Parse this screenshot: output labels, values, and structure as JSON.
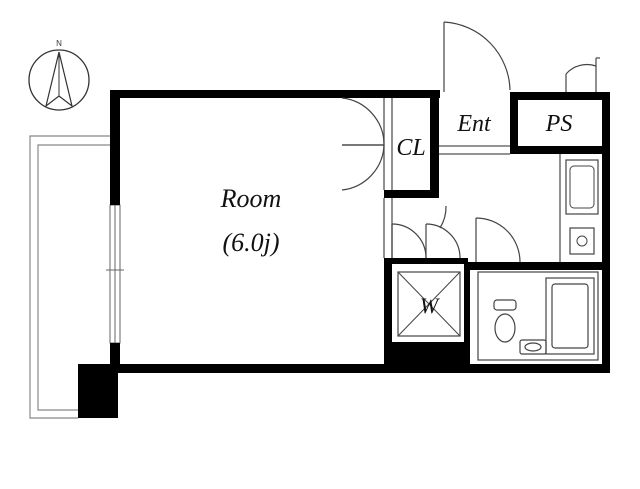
{
  "compass": {
    "north_label": "N"
  },
  "rooms": {
    "room": {
      "name": "Room",
      "size": "(6.0j)"
    },
    "closet": {
      "name": "CL"
    },
    "entrance": {
      "name": "Ent"
    },
    "pipe_space": {
      "name": "PS"
    },
    "washer": {
      "name": "W"
    }
  },
  "colors": {
    "wall": "#000000",
    "line": "#555555",
    "background": "#ffffff"
  }
}
